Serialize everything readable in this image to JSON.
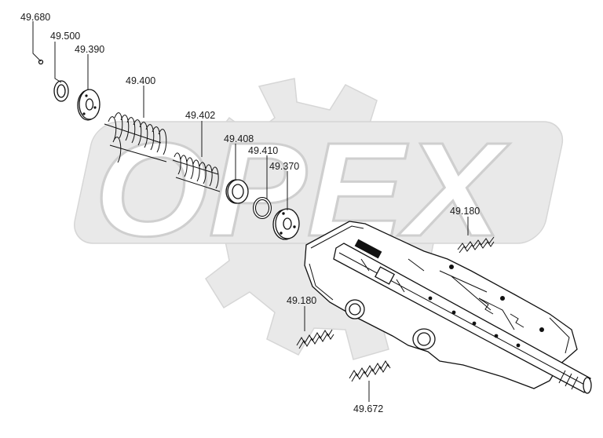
{
  "watermark": {
    "text": "OPEX"
  },
  "corner_mark": "",
  "callouts": {
    "c49680": "49.680",
    "c49500": "49.500",
    "c49390": "49.390",
    "c49400": "49.400",
    "c49402": "49.402",
    "c49408": "49.408",
    "c49410": "49.410",
    "c49370": "49.370",
    "c49180_top": "49.180",
    "c49180_bottom": "49.180",
    "c49672": "49.672"
  }
}
